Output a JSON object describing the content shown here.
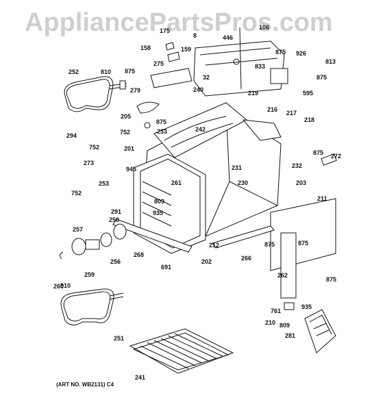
{
  "watermark": "AppliancePartsPros.com",
  "art_number": "(ART NO. WB2131) C4",
  "callouts": [
    "175",
    "106",
    "8",
    "446",
    "158",
    "159",
    "875",
    "926",
    "813",
    "252",
    "810",
    "875",
    "275",
    "833",
    "875",
    "32",
    "240",
    "595",
    "279",
    "219",
    "216",
    "217",
    "205",
    "875",
    "233",
    "242",
    "218",
    "752",
    "294",
    "752",
    "201",
    "945",
    "875",
    "272",
    "273",
    "231",
    "232",
    "261",
    "230",
    "203",
    "253",
    "752",
    "809",
    "935",
    "291",
    "211",
    "258",
    "257",
    "268",
    "212",
    "202",
    "266",
    "875",
    "875",
    "256",
    "691",
    "259",
    "262",
    "875",
    "260",
    "810",
    "761",
    "935",
    "210",
    "809",
    "281",
    "251",
    "241"
  ]
}
